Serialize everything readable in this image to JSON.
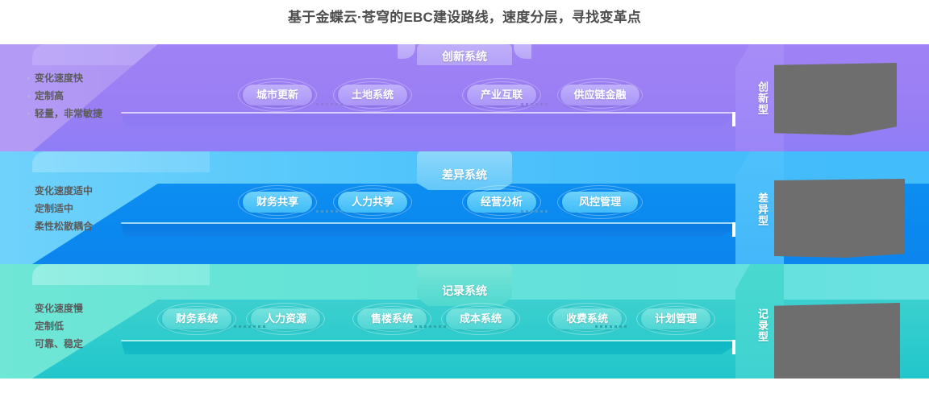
{
  "title": "基于金蝶云·苍穹的EBC建设路线，速度分层，寻找变革点",
  "layers": [
    {
      "key": "innovate",
      "header": "创新系统",
      "side_label": "创新型",
      "accent": "#9a7ef4",
      "bullets": [
        "变化速度快",
        "定制高",
        "轻量，非常敏捷"
      ],
      "pills": [
        "城市更新",
        "土地系统",
        "产业互联",
        "供应链金融"
      ]
    },
    {
      "key": "differ",
      "header": "差异系统",
      "side_label": "差异型",
      "accent": "#0a88ef",
      "bullets": [
        "变化速度适中",
        "定制适中",
        "柔性松散耦合"
      ],
      "pills": [
        "财务共享",
        "人力共享",
        "经营分析",
        "风控管理"
      ]
    },
    {
      "key": "record",
      "header": "记录系统",
      "side_label": "记录型",
      "accent": "#2ccbcd",
      "bullets": [
        "变化速度慢",
        "定制低",
        "可靠、稳定"
      ],
      "pills": [
        "财务系统",
        "人力资源",
        "售楼系统",
        "成本系统",
        "收费系统",
        "计划管理"
      ]
    }
  ]
}
